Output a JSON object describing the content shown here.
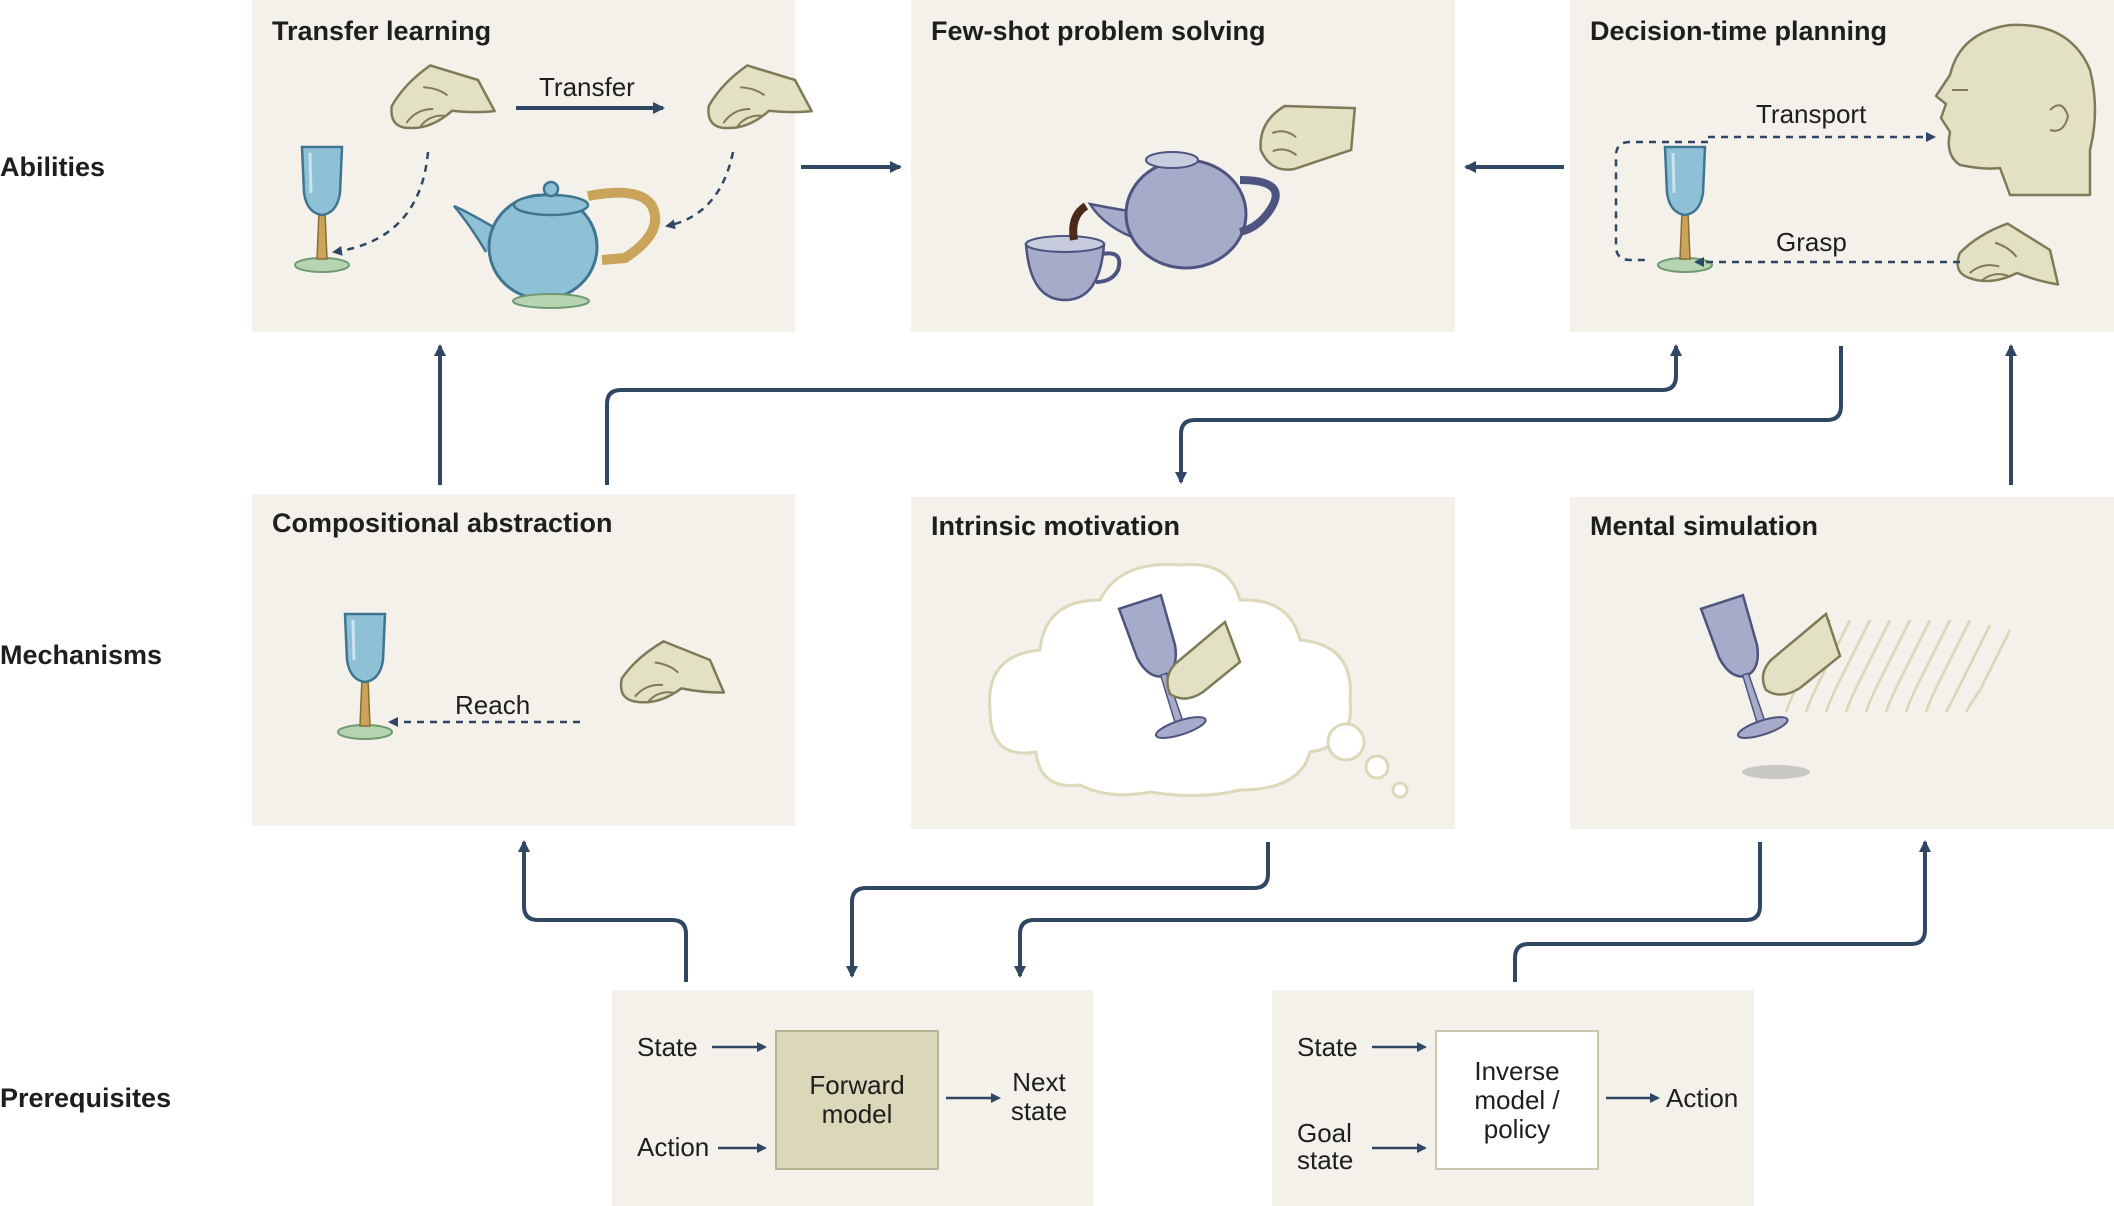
{
  "rows": {
    "abilities": "Abilities",
    "mechanisms": "Mechanisms",
    "prerequisites": "Prerequisites"
  },
  "panels": {
    "transfer_learning": {
      "title": "Transfer learning",
      "arrow_label": "Transfer"
    },
    "few_shot": {
      "title": "Few-shot problem solving"
    },
    "decision_time_planning": {
      "title": "Decision-time planning",
      "transport_label": "Transport",
      "grasp_label": "Grasp"
    },
    "compositional_abstraction": {
      "title": "Compositional abstraction",
      "reach_label": "Reach"
    },
    "intrinsic_motivation": {
      "title": "Intrinsic motivation"
    },
    "mental_simulation": {
      "title": "Mental simulation"
    }
  },
  "forward_model": {
    "state_label": "State",
    "action_label": "Action",
    "box_line1": "Forward",
    "box_line2": "model",
    "output_line1": "Next",
    "output_line2": "state"
  },
  "inverse_model": {
    "state_label": "State",
    "goal_line1": "Goal",
    "goal_line2": "state",
    "box_line1": "Inverse",
    "box_line2": "model /",
    "box_line3": "policy",
    "output_label": "Action"
  },
  "colors": {
    "panel_bg": "#f3f1ea",
    "arrow": "#2f4763",
    "glass_blue": "#8fc1d6",
    "glass_gold": "#c9a45a",
    "lavender": "#a5abc9",
    "skin": "#e3e1c4",
    "forward_box": "#dbd8b9"
  }
}
